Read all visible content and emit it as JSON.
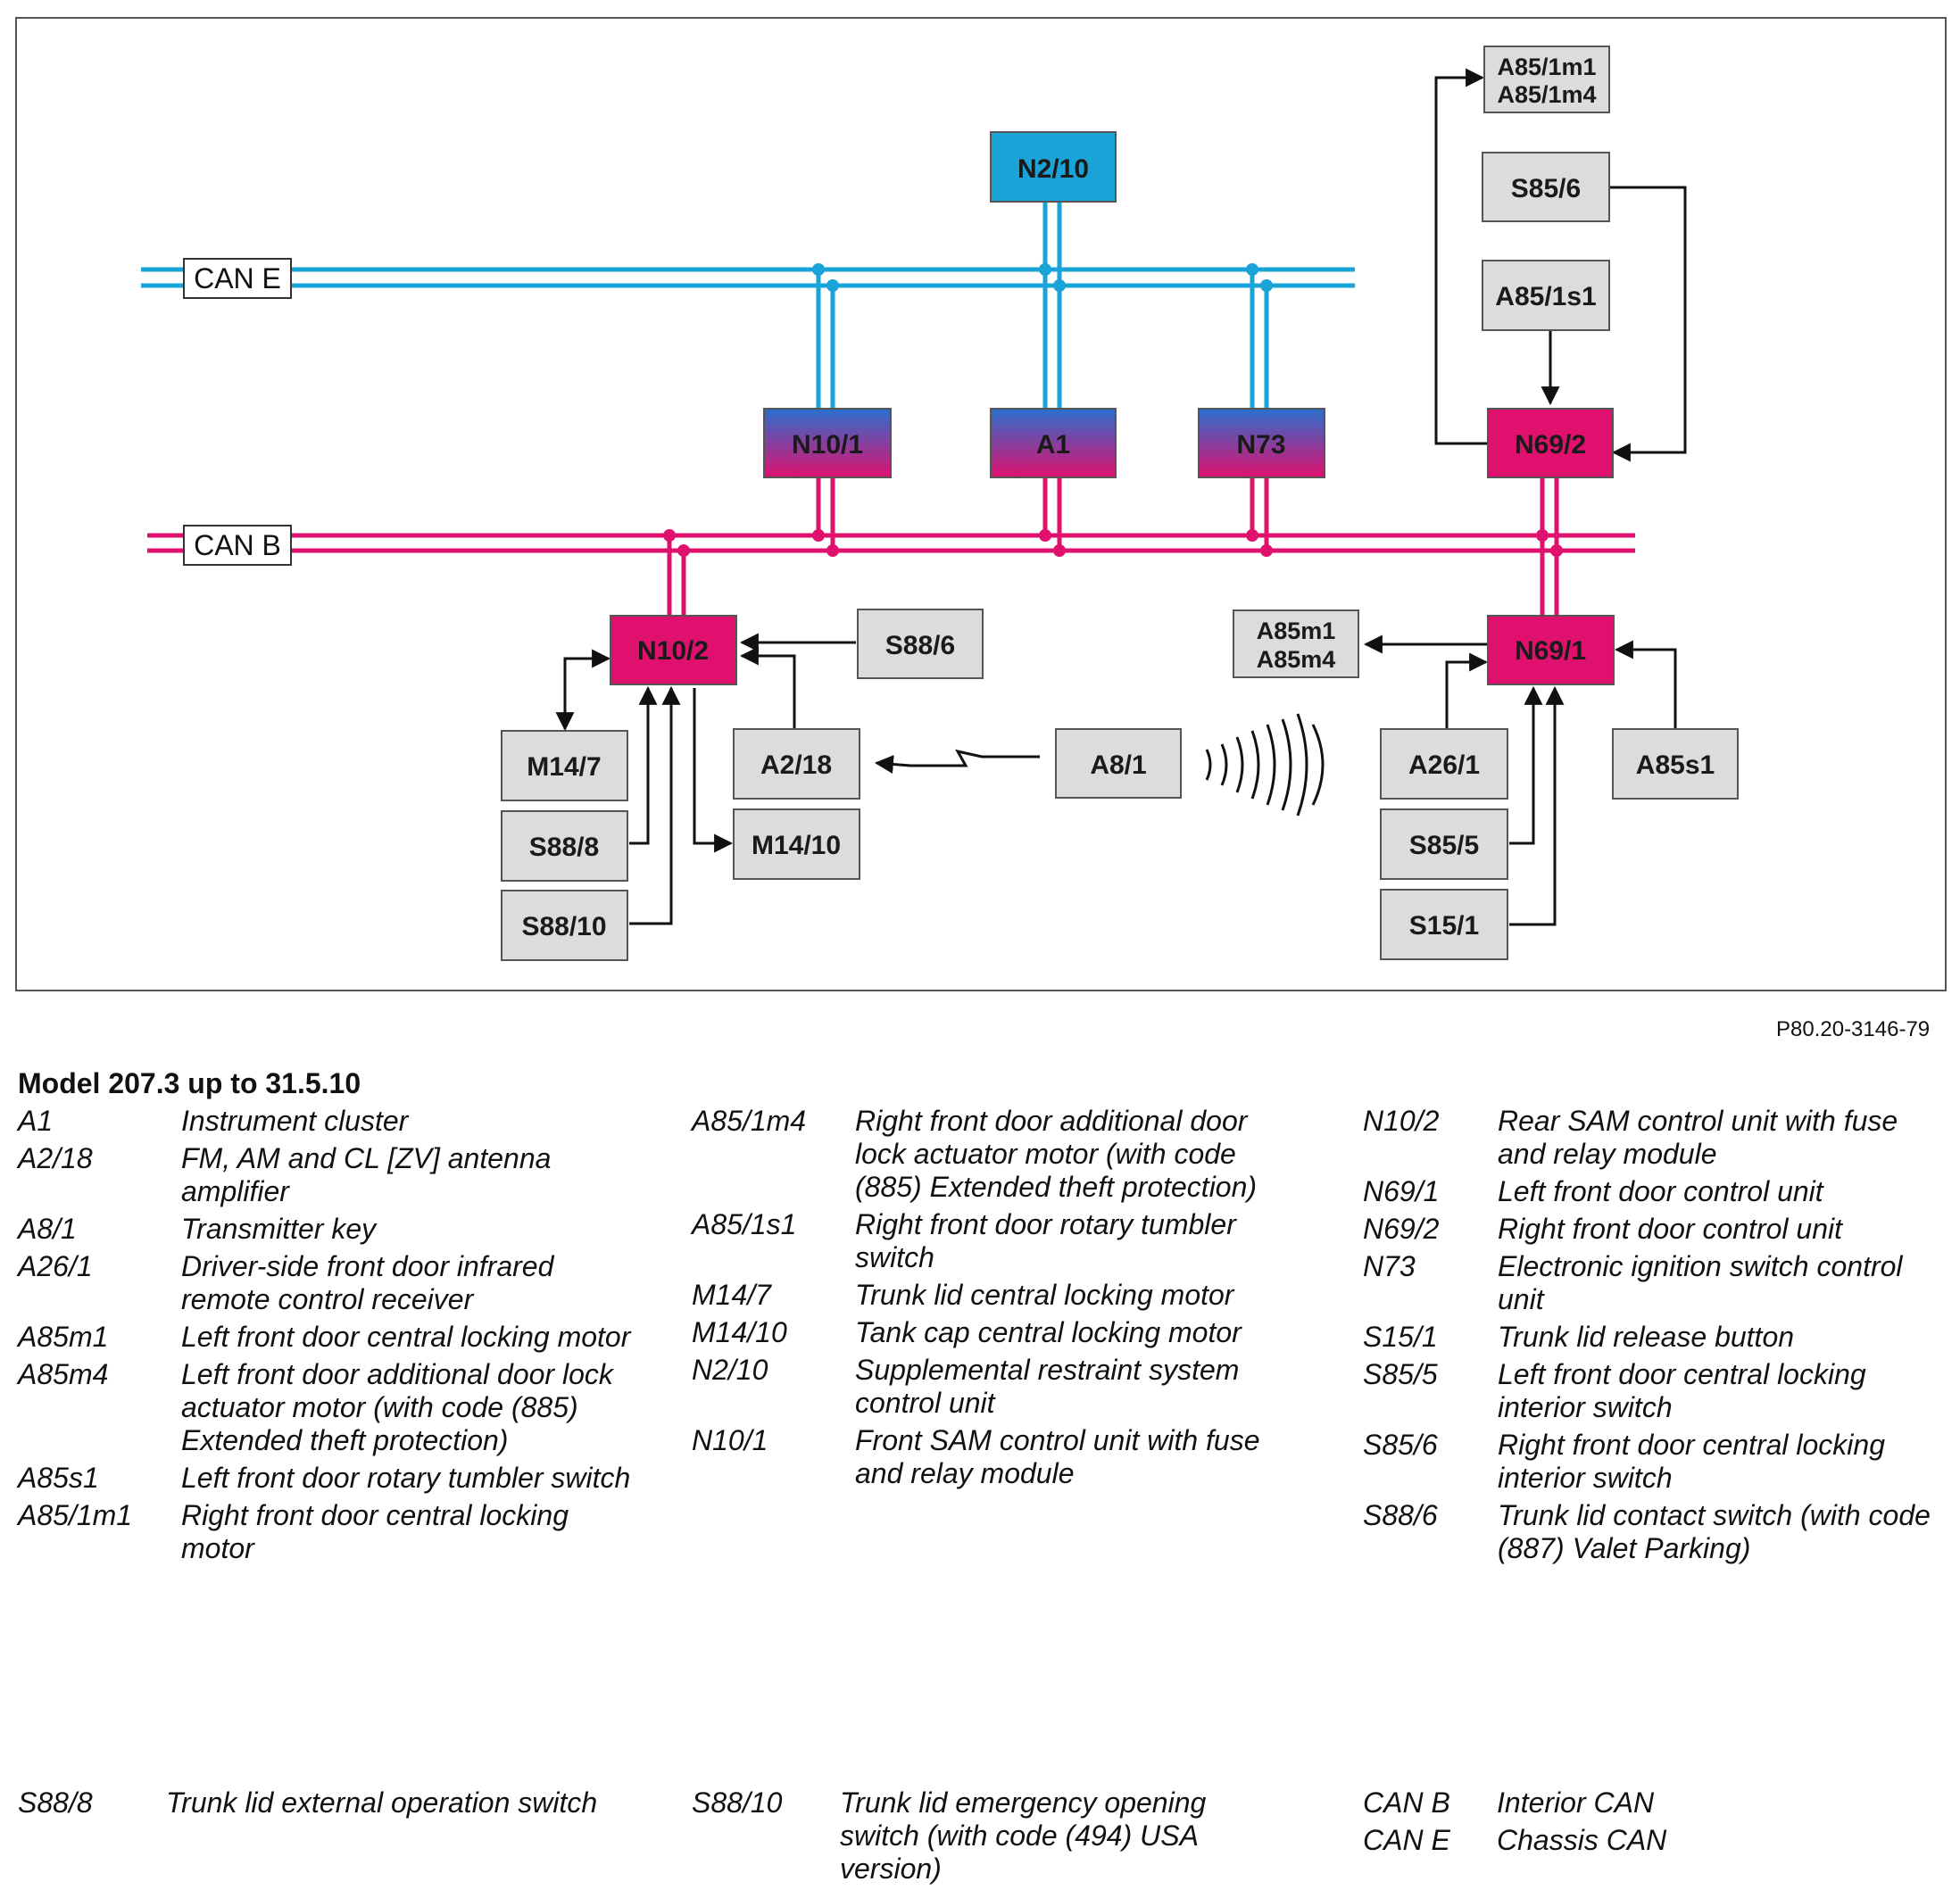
{
  "diagram": {
    "buses": {
      "can_e": "CAN E",
      "can_b": "CAN B"
    },
    "colors": {
      "can_e": "#1aa3d6",
      "can_b": "#e0116e",
      "box_fill": "#dcdcdc",
      "box_border": "#555555"
    },
    "boxes": {
      "n2_10": "N2/10",
      "n10_1": "N10/1",
      "a1": "A1",
      "n73": "N73",
      "n69_2": "N69/2",
      "a85_1m1": "A85/1m1",
      "a85_1m4": "A85/1m4",
      "s85_6": "S85/6",
      "a85_1s1": "A85/1s1",
      "n10_2": "N10/2",
      "s88_6": "S88/6",
      "m14_7": "M14/7",
      "a2_18": "A2/18",
      "m14_10": "M14/10",
      "s88_8": "S88/8",
      "s88_10": "S88/10",
      "a8_1": "A8/1",
      "a85m1": "A85m1",
      "a85m4": "A85m4",
      "n69_1": "N69/1",
      "a26_1": "A26/1",
      "a85s1": "A85s1",
      "s85_5": "S85/5",
      "s15_1": "S15/1"
    }
  },
  "figure_ref": "P80.20-3146-79",
  "legend": {
    "title": "Model 207.3 up to 31.5.10",
    "col1": [
      {
        "code": "A1",
        "desc": "Instrument cluster"
      },
      {
        "code": "A2/18",
        "desc": "FM, AM and CL [ZV] antenna amplifier"
      },
      {
        "code": "A8/1",
        "desc": "Transmitter key"
      },
      {
        "code": "A26/1",
        "desc": "Driver-side front door infrared remote control receiver"
      },
      {
        "code": "A85m1",
        "desc": "Left front door central locking motor"
      },
      {
        "code": "A85m4",
        "desc": "Left front door additional door lock actuator motor (with code (885) Extended theft protection)"
      },
      {
        "code": "A85s1",
        "desc": "Left front door rotary tumbler switch"
      },
      {
        "code": "A85/1m1",
        "desc": "Right front door central locking motor"
      }
    ],
    "col2": [
      {
        "code": "A85/1m4",
        "desc": "Right front door additional door lock actuator motor (with code (885) Extended theft protection)"
      },
      {
        "code": "A85/1s1",
        "desc": "Right front door rotary tumbler switch"
      },
      {
        "code": "M14/7",
        "desc": "Trunk lid central locking motor"
      },
      {
        "code": "M14/10",
        "desc": "Tank cap central locking motor"
      },
      {
        "code": "N2/10",
        "desc": "Supplemental restraint system control unit"
      },
      {
        "code": "N10/1",
        "desc": "Front SAM control unit with fuse and relay module"
      }
    ],
    "col3": [
      {
        "code": "N10/2",
        "desc": "Rear SAM control unit with fuse and relay module"
      },
      {
        "code": "N69/1",
        "desc": "Left front door control unit"
      },
      {
        "code": "N69/2",
        "desc": "Right front door control unit"
      },
      {
        "code": "N73",
        "desc": "Electronic ignition switch control unit"
      },
      {
        "code": "S15/1",
        "desc": "Trunk lid release button"
      },
      {
        "code": "S85/5",
        "desc": "Left front door central locking interior switch"
      },
      {
        "code": "S85/6",
        "desc": "Right front door central locking interior switch"
      },
      {
        "code": "S88/6",
        "desc": "Trunk lid contact switch (with code (887) Valet Parking)"
      }
    ],
    "bottom1": [
      {
        "code": "S88/8",
        "desc": "Trunk lid external operation switch"
      }
    ],
    "bottom2": [
      {
        "code": "S88/10",
        "desc": "Trunk lid emergency opening switch (with code (494) USA version)"
      }
    ],
    "bottom3": [
      {
        "code": "CAN B",
        "desc": "Interior CAN"
      },
      {
        "code": "CAN E",
        "desc": "Chassis CAN"
      }
    ]
  }
}
